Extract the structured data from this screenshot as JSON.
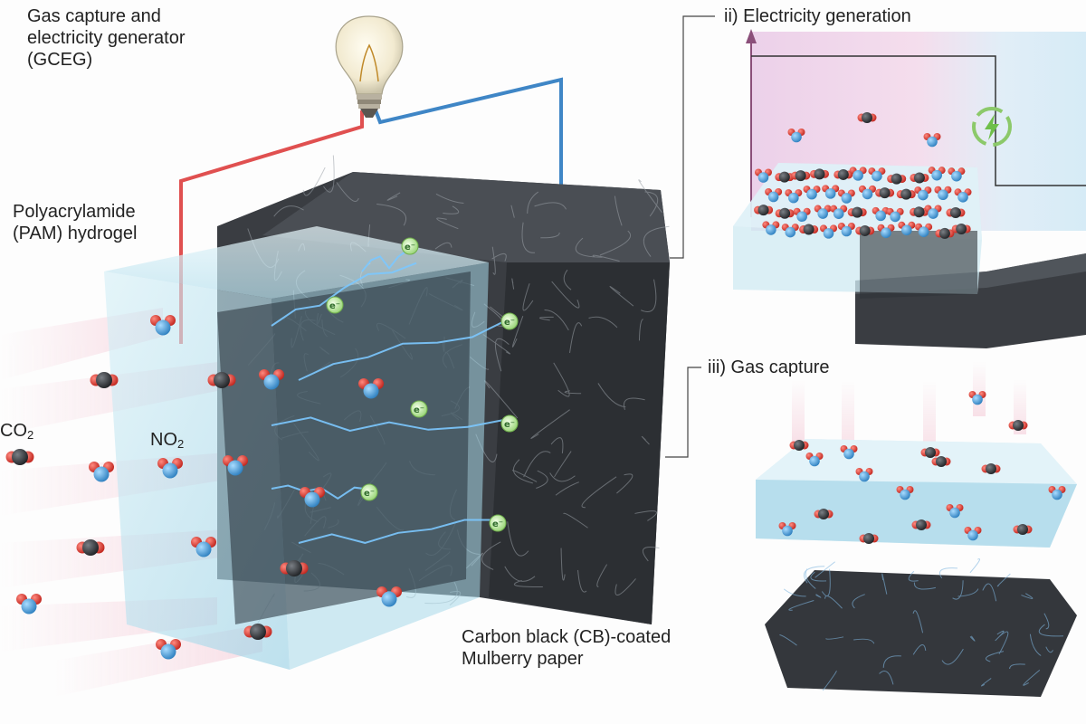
{
  "labels": {
    "gas_capture_generator": [
      "Gas capture and",
      "electricity generator",
      "(GCEG)"
    ],
    "pam_hydrogel": [
      "Polyacrylamide",
      "(PAM) hydrogel"
    ],
    "cb_paper": [
      "Carbon black (CB)-coated",
      "Mulberry paper"
    ],
    "co2": "CO",
    "co2_sub": "2",
    "no2": "NO",
    "no2_sub": "2",
    "electricity_generation": "ii) Electricity generation",
    "gas_capture": "iii) Gas capture"
  },
  "electron_symbol": "e⁻",
  "icons": [
    "light-bulb-icon",
    "lightning-icon",
    "co2-molecule-icon",
    "no2-molecule-icon",
    "electron-icon"
  ],
  "colors": {
    "positive_wire": "#e05050",
    "negative_wire": "#3f86c6",
    "hydrogel": "#bfe4f0",
    "fiber": "#2c2f33",
    "oxygen": "#e0332a",
    "carbon": "#3a3d41",
    "nitrogen": "#4a9fd8",
    "electron": "#b8e3a0",
    "spark": "#7cc8ff"
  }
}
